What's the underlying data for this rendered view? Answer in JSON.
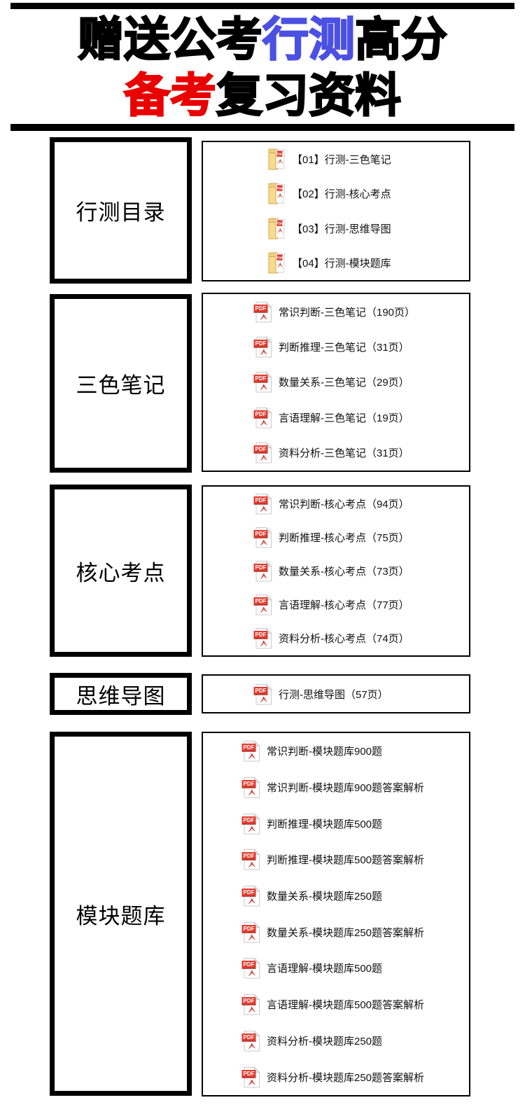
{
  "title": {
    "line1": [
      {
        "text": "赠送公考",
        "color": "#000000"
      },
      {
        "text": "行测",
        "color": "#4B50E3"
      },
      {
        "text": "高分",
        "color": "#000000"
      }
    ],
    "line2": [
      {
        "text": "备考",
        "color": "#E90000"
      },
      {
        "text": "复习资料",
        "color": "#000000"
      }
    ]
  },
  "colors": {
    "title_blue": "#4B50E3",
    "title_red": "#E90000",
    "pdf_banner_red": "#E23B2E",
    "pdf_glyph_red": "#C9473D",
    "folder_yellow": "#F2CE79",
    "folder_yellow_light": "#F6DA8F",
    "folder_border": "#D8A94F",
    "rule_black": "#000000"
  },
  "icons": {
    "pdf_label": "PDF"
  },
  "sections": [
    {
      "label": "行测目录",
      "icon": "folder",
      "items": [
        "【01】行测-三色笔记",
        "【02】行测-核心考点",
        "【03】行测-思维导图",
        "【04】行测-模块题库"
      ]
    },
    {
      "label": "三色笔记",
      "icon": "pdf",
      "items": [
        "常识判断-三色笔记（190页）",
        "判断推理-三色笔记（31页）",
        "数量关系-三色笔记（29页）",
        "言语理解-三色笔记（19页）",
        "资料分析-三色笔记（31页）"
      ]
    },
    {
      "label": "核心考点",
      "icon": "pdf",
      "items": [
        "常识判断-核心考点（94页）",
        "判断推理-核心考点（75页）",
        "数量关系-核心考点（73页）",
        "言语理解-核心考点（77页）",
        "资料分析-核心考点（74页）"
      ]
    },
    {
      "label": "思维导图",
      "icon": "pdf",
      "items": [
        "行测-思维导图（57页）"
      ]
    },
    {
      "label": "模块题库",
      "icon": "pdf",
      "items": [
        "常识判断-模块题库900题",
        "常识判断-模块题库900题答案解析",
        "判断推理-模块题库500题",
        "判断推理-模块题库500题答案解析",
        "数量关系-模块题库250题",
        "数量关系-模块题库250题答案解析",
        "言语理解-模块题库500题",
        "言语理解-模块题库500题答案解析",
        "资料分析-模块题库250题",
        "资料分析-模块题库250题答案解析"
      ]
    }
  ]
}
